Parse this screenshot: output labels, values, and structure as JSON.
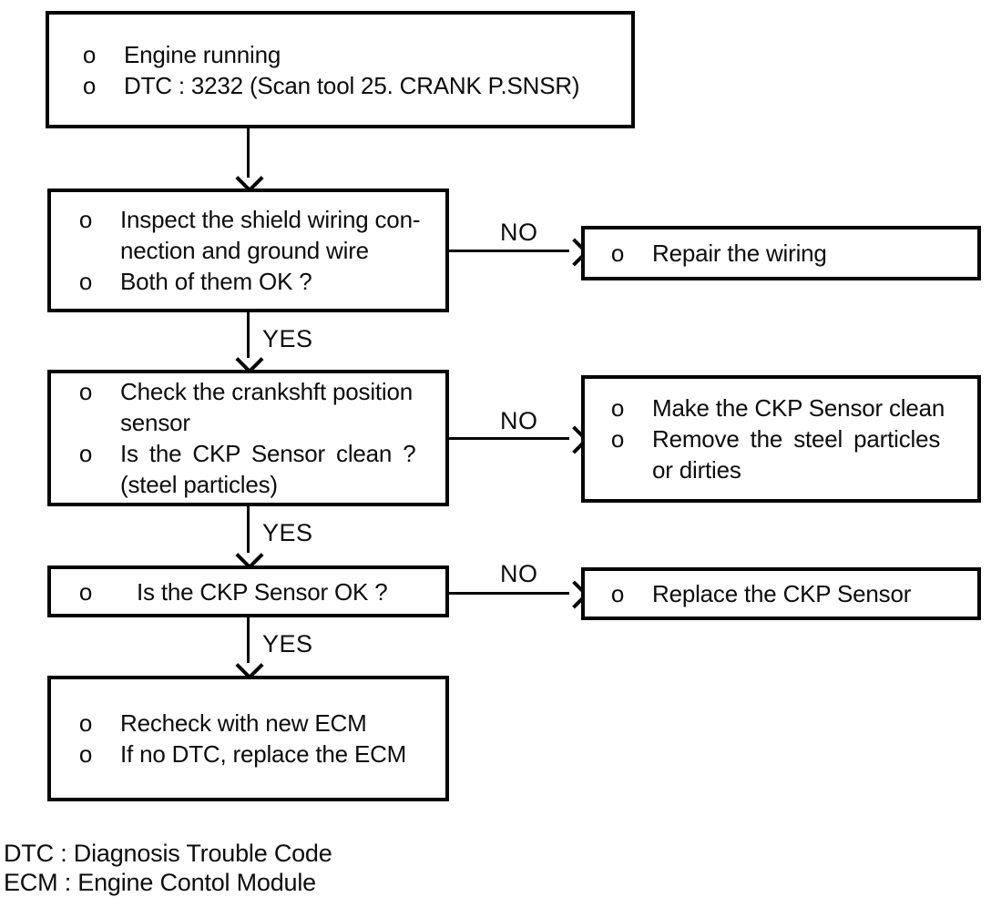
{
  "diagram": {
    "title_hint": "CKP sensor DTC 3232 diagnostic flowchart",
    "boxes": {
      "start": {
        "lines": [
          {
            "bullet": "o",
            "text": "Engine running"
          },
          {
            "bullet": "o",
            "text": "DTC : 3232 (Scan tool 25. CRANK P.SNSR)"
          }
        ]
      },
      "inspect": {
        "lines": [
          {
            "bullet": "o",
            "text": "Inspect the shield wiring con-"
          },
          {
            "bullet": "",
            "text": "nection and ground wire"
          },
          {
            "bullet": "o",
            "text": "Both of them OK ?"
          }
        ]
      },
      "repair": {
        "lines": [
          {
            "bullet": "o",
            "text": "Repair the wiring"
          }
        ]
      },
      "check": {
        "lines": [
          {
            "bullet": "o",
            "text": "Check the crankshft position"
          },
          {
            "bullet": "",
            "text": "sensor"
          },
          {
            "bullet": "o",
            "text": "Is the CKP Sensor clean ?"
          },
          {
            "bullet": "",
            "text": "(steel particles)"
          }
        ]
      },
      "clean": {
        "lines": [
          {
            "bullet": "o",
            "text": "Make the CKP Sensor clean"
          },
          {
            "bullet": "o",
            "text": "Remove the steel particles"
          },
          {
            "bullet": "",
            "text": "or dirties"
          }
        ]
      },
      "sensor_ok": {
        "lines": [
          {
            "bullet": "o",
            "text": "Is the CKP Sensor OK ?"
          }
        ]
      },
      "replace": {
        "lines": [
          {
            "bullet": "o",
            "text": "Replace the CKP Sensor"
          }
        ]
      },
      "recheck": {
        "lines": [
          {
            "bullet": "o",
            "text": "Recheck with new ECM"
          },
          {
            "bullet": "o",
            "text": "If no DTC, replace the ECM"
          }
        ]
      }
    },
    "labels": {
      "yes1": "YES",
      "yes2": "YES",
      "yes3": "YES",
      "no1": "NO",
      "no2": "NO",
      "no3": "NO"
    },
    "footnotes": {
      "dtc": "DTC : Diagnosis Trouble Code",
      "ecm": "ECM : Engine Contol Module"
    },
    "colors": {
      "ink": "#050505",
      "paper": "#ffffff"
    }
  }
}
